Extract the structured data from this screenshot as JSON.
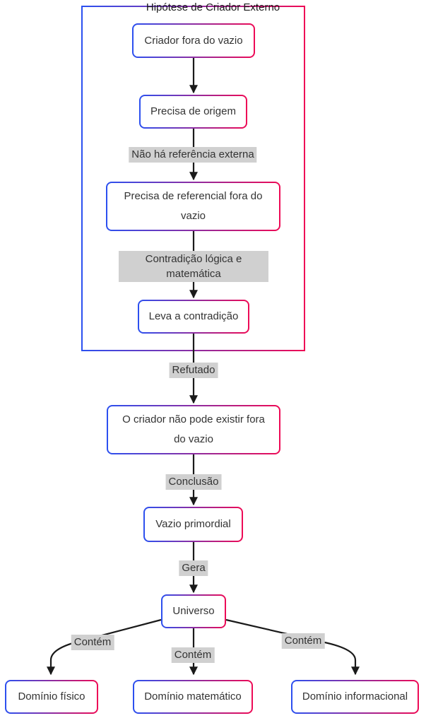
{
  "diagram": {
    "subgraph_title": "Hipótese de Criador Externo",
    "nodes": {
      "criador": "Criador fora do vazio",
      "origem": "Precisa de origem",
      "referencial": "Precisa de referencial fora do vazio",
      "leva_contradicao": "Leva a contradição",
      "nao_pode_existir": "O criador não pode existir fora do vazio",
      "vazio_primordial": "Vazio primordial",
      "universo": "Universo",
      "dominio_fisico": "Domínio físico",
      "dominio_matematico": "Domínio matemático",
      "dominio_informacional": "Domínio informacional"
    },
    "edge_labels": {
      "sem_referencia": "Não há referência externa",
      "contradicao_logica": "Contradição lógica e matemática",
      "refutado": "Refutado",
      "conclusao": "Conclusão",
      "gera": "Gera",
      "contem_fisico": "Contém",
      "contem_matematico": "Contém",
      "contem_informacional": "Contém"
    },
    "colors": {
      "gradient_blue": "#2b50f0",
      "gradient_pink": "#ee0a55",
      "edge_label_bg": "#d0d0d0",
      "node_text": "#333333",
      "arrow": "#1a1a1a"
    }
  }
}
